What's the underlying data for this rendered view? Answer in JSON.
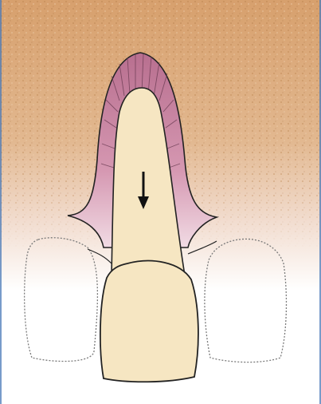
{
  "figure": {
    "description_labels": [],
    "colors": {
      "bone_top": "#d9a36f",
      "bone_mid": "#e8c29a",
      "gum_pink": "#c98aa6",
      "gum_light": "#e8c3d1",
      "tooth": "#f6e6c2",
      "outline": "#222222",
      "dotted_outline": "#777777",
      "frame_line": "#4a7ab8",
      "arrow": "#111111"
    },
    "elements": [
      {
        "name": "bone-background"
      },
      {
        "name": "gingiva"
      },
      {
        "name": "extruding-root"
      },
      {
        "name": "crown"
      },
      {
        "name": "left-adjacent-tooth-dotted"
      },
      {
        "name": "right-adjacent-tooth-dotted"
      },
      {
        "name": "extrusion-arrow-icon"
      }
    ]
  }
}
